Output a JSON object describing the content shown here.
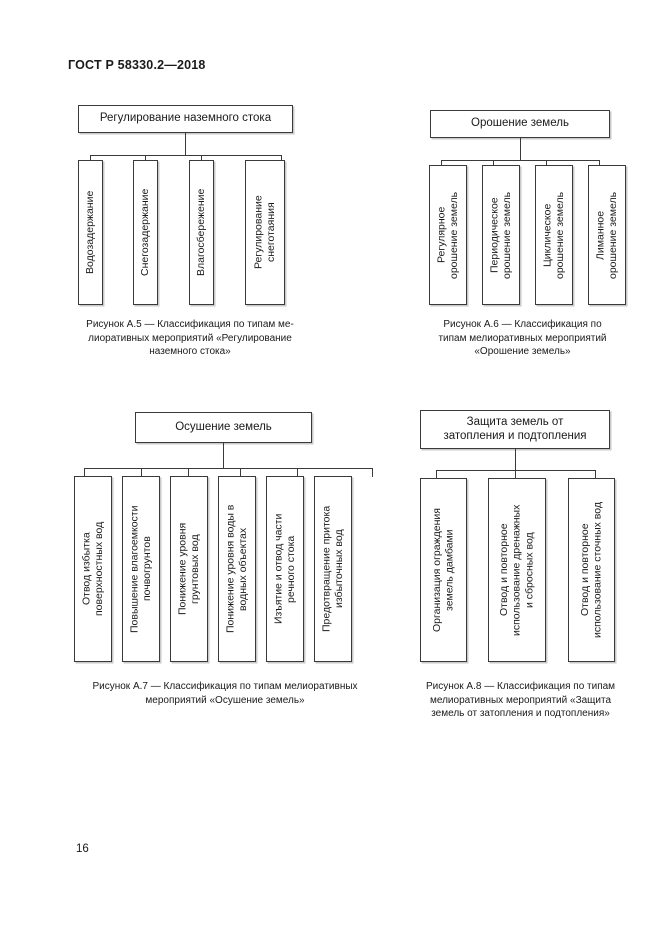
{
  "document": {
    "header": "ГОСТ Р 58330.2—2018",
    "page_number": "16"
  },
  "figures": [
    {
      "id": "a5",
      "root": "Регулирование наземного стока",
      "children": [
        "Водозадержание",
        "Снегозадержание",
        "Влагосбережение",
        "Регулирование\nснеготаяния"
      ],
      "caption": "Рисунок А.5 — Классификация по типам ме-\nлиоративных мероприятий «Регулирование\nназемного стока»"
    },
    {
      "id": "a6",
      "root": "Орошение земель",
      "children": [
        "Регулярное\nорошение земель",
        "Периодическое\nорошение земель",
        "Циклическое\nорошение земель",
        "Лиманное\nорошение земель"
      ],
      "caption": "Рисунок А.6 — Классификация по\nтипам мелиоративных мероприятий\n«Орошение земель»"
    },
    {
      "id": "a7",
      "root": "Осушение земель",
      "children": [
        "Отвод избытка\nповерхностных вод",
        "Повышение влагоемкости\nпочвогрунтов",
        "Понижение уровня\nгрунтовых вод",
        "Понижение уровня воды в\nводных объектах",
        "Изъятие и отвод части\nречного стока",
        "Предотвращение притока\nизбыточных вод"
      ],
      "caption": "Рисунок А.7 — Классификация по типам мелиоративных\nмероприятий «Осушение земель»"
    },
    {
      "id": "a8",
      "root": "Защита земель от\nзатопления и подтопления",
      "children": [
        "Организация ограждения\nземель дамбами",
        "Отвод и повторное\nиспользование дренажных\nи сбросных вод",
        "Отвод и повторное\nиспользование сточных вод"
      ],
      "caption": "Рисунок А.8 — Классификация по типам\nмелиоративных мероприятий «Защита\nземель от затопления и подтопления»"
    }
  ],
  "colors": {
    "box_border": "#3a3a3a",
    "box_shadow": "#c9c9c9",
    "text": "#1a1a1a",
    "page_background": "#ffffff"
  }
}
